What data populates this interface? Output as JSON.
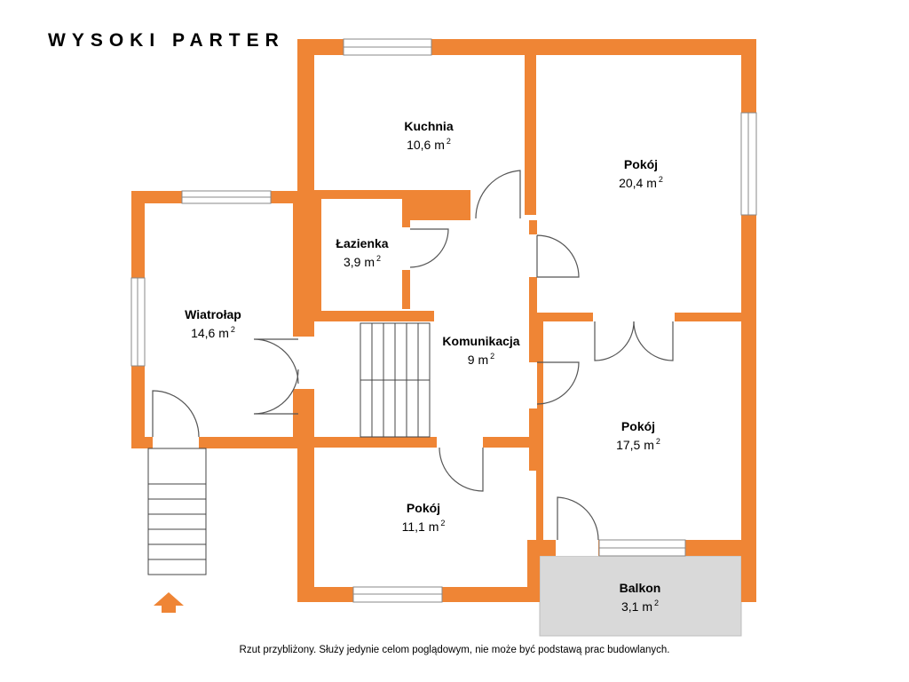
{
  "title": "WYSOKI PARTER",
  "footnote": "Rzut przybliżony. Służy jedynie celom poglądowym, nie może być podstawą prac budowlanych.",
  "area_unit": "m",
  "area_exponent": "2",
  "rooms": [
    {
      "id": "kuchnia",
      "name": "Kuchnia",
      "area": "10,6"
    },
    {
      "id": "pokoj-large",
      "name": "Pokój",
      "area": "20,4"
    },
    {
      "id": "lazienka",
      "name": "Łazienka",
      "area": "3,9"
    },
    {
      "id": "wiatrolap",
      "name": "Wiatrołap",
      "area": "14,6"
    },
    {
      "id": "komunikacja",
      "name": "Komunikacja",
      "area": "9"
    },
    {
      "id": "pokoj-right",
      "name": "Pokój",
      "area": "17,5"
    },
    {
      "id": "pokoj-bottom",
      "name": "Pokój",
      "area": "11,1"
    },
    {
      "id": "balkon",
      "name": "Balkon",
      "area": "3,1"
    }
  ],
  "colors": {
    "wall": "#ef8535",
    "balcony": "#d9d9d9",
    "stairs": "#444444",
    "entrance_arrow": "#ef8535"
  },
  "icons": {
    "entrance": "entrance-arrow-icon"
  }
}
